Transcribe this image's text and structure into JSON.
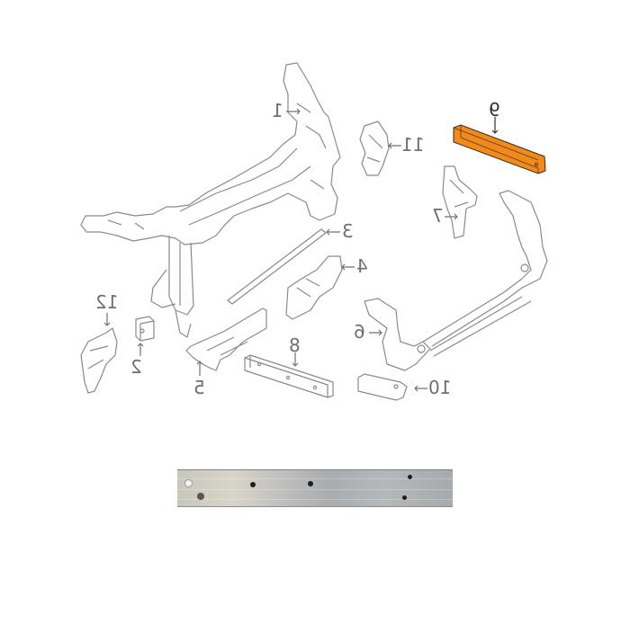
{
  "diagram": {
    "title": "Front end module / radiator support parts diagram",
    "highlight_color": "#f08a1c",
    "line_color": "#8a8a8a",
    "label_color": "#6f6f6f",
    "mirrored": true,
    "callouts": [
      {
        "id": "1",
        "label": "1",
        "part": "radiator support upper carrier"
      },
      {
        "id": "2",
        "label": "2",
        "part": "small bracket"
      },
      {
        "id": "3",
        "label": "3",
        "part": "seal strip"
      },
      {
        "id": "4",
        "label": "4",
        "part": "side bracket"
      },
      {
        "id": "5",
        "label": "5",
        "part": "lower side bracket"
      },
      {
        "id": "6",
        "label": "6",
        "part": "lower crossmember"
      },
      {
        "id": "7",
        "label": "7",
        "part": "mount bracket"
      },
      {
        "id": "8",
        "label": "8",
        "part": "lower reinforcement bar"
      },
      {
        "id": "9",
        "label": "9",
        "part": "impact bar (highlighted)",
        "highlighted": true
      },
      {
        "id": "10",
        "label": "10",
        "part": "end block"
      },
      {
        "id": "11",
        "label": "11",
        "part": "upper bracket"
      },
      {
        "id": "12",
        "label": "12",
        "part": "deflector"
      }
    ]
  },
  "photo": {
    "subject": "aluminum bar product photo",
    "holes": 6
  }
}
